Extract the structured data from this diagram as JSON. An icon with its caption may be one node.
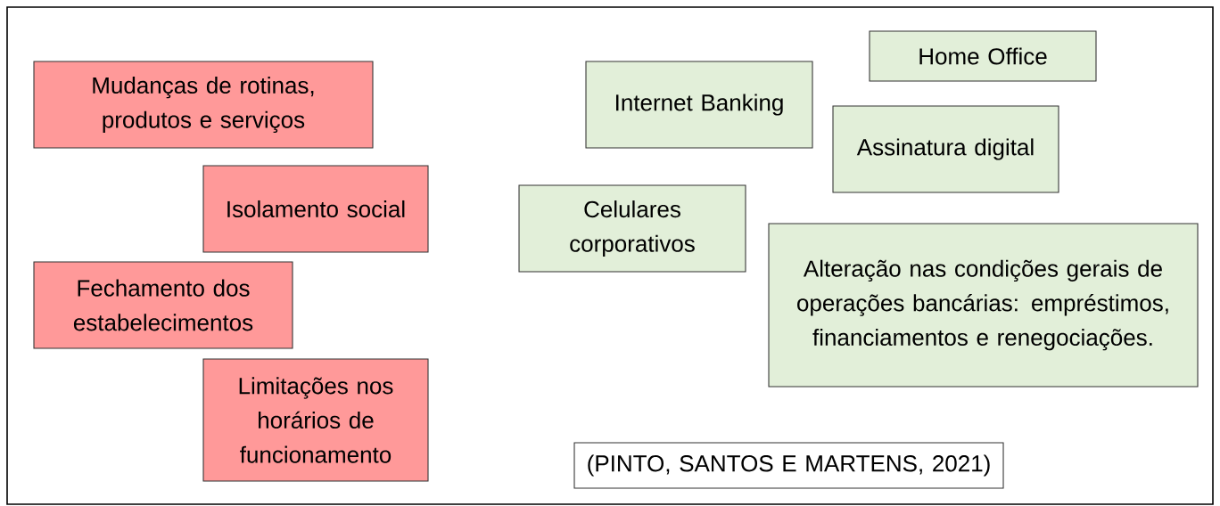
{
  "diagram": {
    "nodes": [
      {
        "text": [
          "Mudanças de rotinas, produtos e serviços"
        ]
      },
      {
        "text": [
          "Isolamento social"
        ]
      },
      {
        "text": [
          "Fechamento dos estabelecimentos"
        ]
      },
      {
        "text": [
          "Limitações nos horários de funcionamento"
        ]
      },
      {
        "text": [
          "Internet Banking"
        ]
      },
      {
        "text": [
          "Home Office"
        ]
      },
      {
        "text": [
          "Assinatura digital"
        ]
      },
      {
        "text": [
          "Celulares corporativos"
        ]
      },
      {
        "text": [
          "Alteração nas condições gerais de operações bancárias: empréstimos, financiamentos e renegociações."
        ]
      },
      {
        "text": [
          "(PINTO, SANTOS E MARTENS, 2021)"
        ]
      }
    ]
  }
}
